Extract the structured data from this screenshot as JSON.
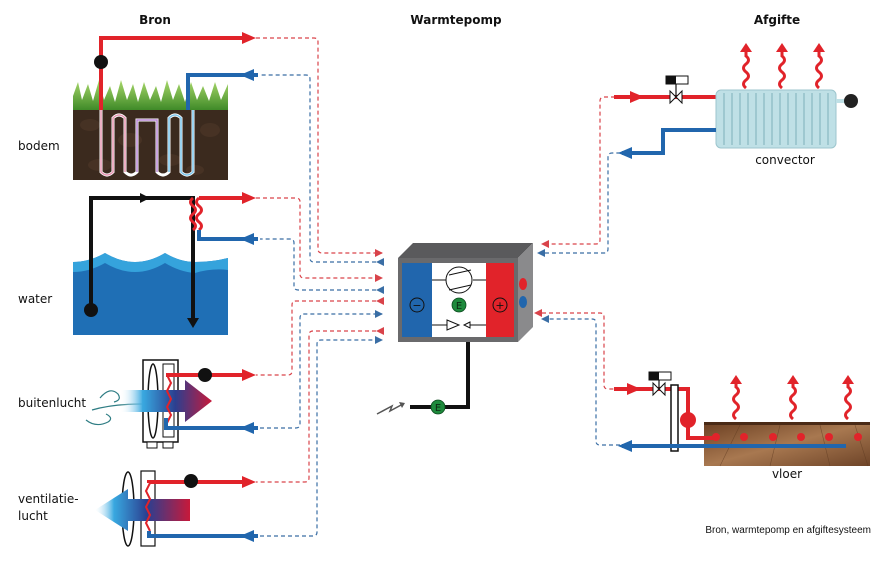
{
  "headers": {
    "source": "Bron",
    "heatpump": "Warmtepomp",
    "emission": "Afgifte"
  },
  "sources": [
    {
      "id": "bodem",
      "label": "bodem"
    },
    {
      "id": "water",
      "label": "water"
    },
    {
      "id": "buitenlucht",
      "label": "buitenlucht"
    },
    {
      "id": "ventilatielucht",
      "label_line1": "ventilatie-",
      "label_line2": "lucht"
    }
  ],
  "heatpump": {
    "cold_side_symbol": "−",
    "hot_side_symbol": "+",
    "energy_symbol": "E",
    "power_input_symbol": "E"
  },
  "emitters": [
    {
      "id": "convector",
      "label": "convector"
    },
    {
      "id": "vloer",
      "label": "vloer"
    }
  ],
  "caption": "Bron, warmtepomp en afgiftesysteem",
  "colors": {
    "hot": "#e1232a",
    "cold": "#2166ad",
    "cold_side": "#2166ad",
    "hot_side": "#e1232a",
    "energy": "#1e8a3c",
    "soil": "#3b2a1e",
    "grass": "#5aa83a",
    "water_light": "#35a3dc",
    "water_dark": "#1f6fb5",
    "floor": "#8a5a3a",
    "radiator": "#bfe0e6"
  }
}
